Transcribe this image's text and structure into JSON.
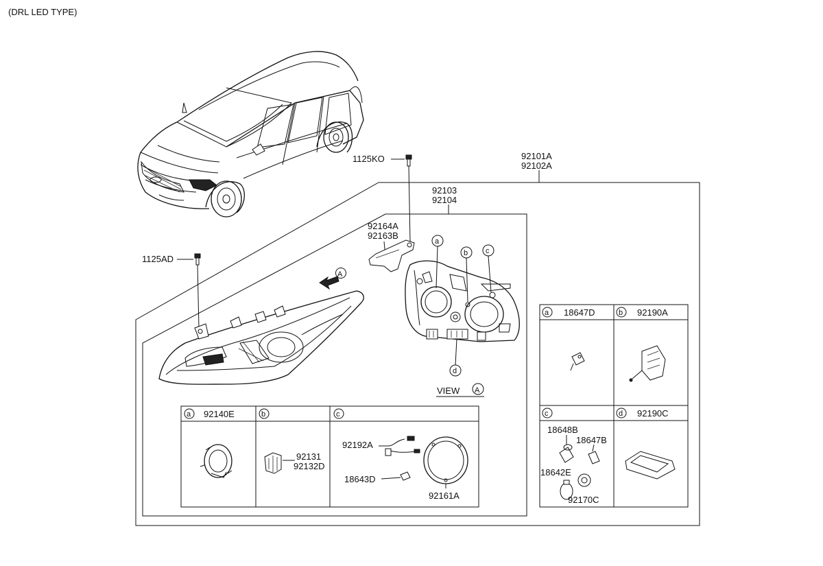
{
  "header": {
    "variant_note": "(DRL LED TYPE)"
  },
  "assembly": {
    "part_no_1": "92101A",
    "part_no_2": "92102A"
  },
  "sub_assembly": {
    "part_no_1": "92103",
    "part_no_2": "92104"
  },
  "bolts": {
    "top_bolt": "1125KO",
    "side_bolt": "1125AD"
  },
  "bracket": {
    "part_no_1": "92164A",
    "part_no_2": "92163B"
  },
  "view": {
    "label": "VIEW",
    "marker": "A",
    "arrow_marker": "A"
  },
  "callouts": {
    "a": "a",
    "b": "b",
    "c": "c",
    "d": "d"
  },
  "inner_table": {
    "a": {
      "letter": "a",
      "header_part": "92140E"
    },
    "b": {
      "letter": "b",
      "part_1": "92131",
      "part_2": "92132D"
    },
    "c": {
      "letter": "c",
      "part_1": "92192A",
      "part_2": "18643D",
      "part_3": "92161A"
    }
  },
  "right_table": {
    "a": {
      "letter": "a",
      "header_part": "18647D"
    },
    "b": {
      "letter": "b",
      "header_part": "92190A"
    },
    "c": {
      "letter": "c",
      "part_1": "18648B",
      "part_2": "18647B",
      "part_3": "18642E",
      "part_4": "92170C"
    },
    "d": {
      "letter": "d",
      "header_part": "92190C"
    }
  }
}
